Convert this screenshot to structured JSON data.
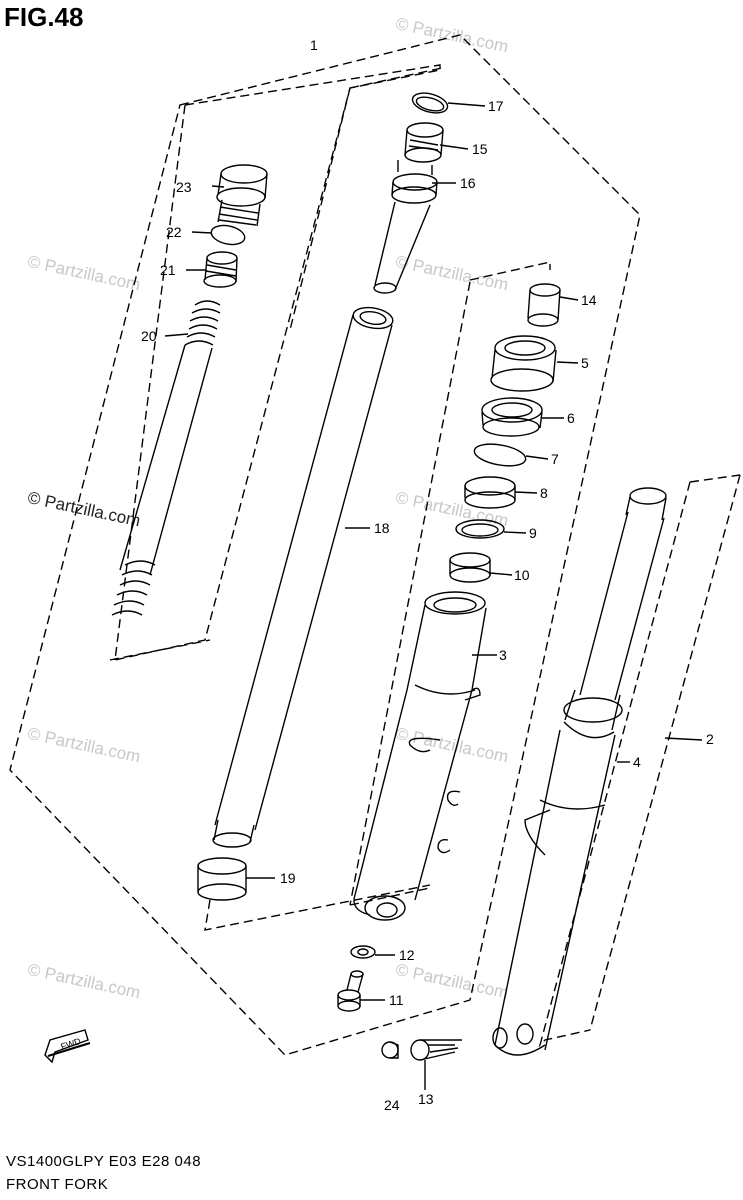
{
  "figure": {
    "title": "FIG.48"
  },
  "footer": {
    "code": "VS1400GLPY E03 E28  048",
    "name": "FRONT FORK"
  },
  "watermark": {
    "text": "© Partzilla.com"
  },
  "callouts": [
    {
      "id": "c1",
      "text": "1"
    },
    {
      "id": "c2",
      "text": "2"
    },
    {
      "id": "c3",
      "text": "3"
    },
    {
      "id": "c4",
      "text": "4"
    },
    {
      "id": "c5",
      "text": "5"
    },
    {
      "id": "c6",
      "text": "6"
    },
    {
      "id": "c7",
      "text": "7"
    },
    {
      "id": "c8",
      "text": "8"
    },
    {
      "id": "c9",
      "text": "9"
    },
    {
      "id": "c10",
      "text": "10"
    },
    {
      "id": "c11",
      "text": "11"
    },
    {
      "id": "c12",
      "text": "12"
    },
    {
      "id": "c13",
      "text": "13"
    },
    {
      "id": "c14",
      "text": "14"
    },
    {
      "id": "c15",
      "text": "15"
    },
    {
      "id": "c16",
      "text": "16"
    },
    {
      "id": "c17",
      "text": "17"
    },
    {
      "id": "c18",
      "text": "18"
    },
    {
      "id": "c19",
      "text": "19"
    },
    {
      "id": "c20",
      "text": "20"
    },
    {
      "id": "c21",
      "text": "21"
    },
    {
      "id": "c22",
      "text": "22"
    },
    {
      "id": "c23",
      "text": "23"
    },
    {
      "id": "c24",
      "text": "24"
    }
  ],
  "fwd_label": "FWD"
}
